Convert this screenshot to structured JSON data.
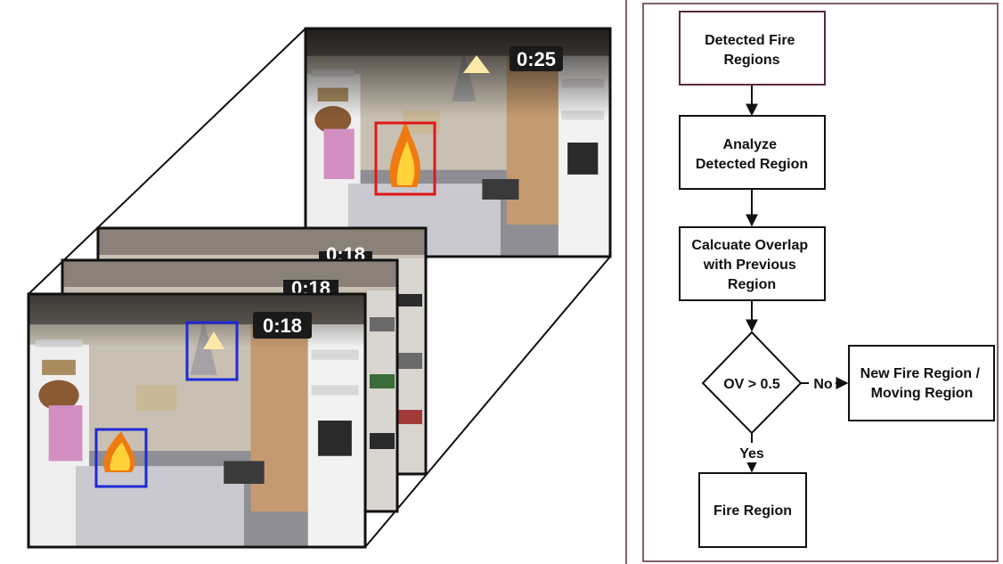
{
  "frames": {
    "front": {
      "timestamp": "0:18"
    },
    "mid1": {
      "timestamp": "0:18"
    },
    "mid2": {
      "timestamp": "0:18"
    },
    "back": {
      "timestamp": "0:25"
    }
  },
  "colors": {
    "detection_box_front": "#1f2ad6",
    "detection_box_back": "#e01818",
    "panel_border": "#5a2a3e",
    "first_node_border": "#5a2a3e"
  },
  "flowchart": {
    "nodes": {
      "detected": [
        "Detected Fire",
        "Regions"
      ],
      "analyze": [
        "Analyze",
        "Detected Region"
      ],
      "overlap": [
        "Calcuate Overlap",
        "with Previous",
        "Region"
      ],
      "decision": [
        "OV > 0.5"
      ],
      "new_region": [
        "New Fire Region /",
        "Moving Region"
      ],
      "fire_region": [
        "Fire Region"
      ]
    },
    "edge_labels": {
      "no": "No",
      "yes": "Yes"
    }
  }
}
